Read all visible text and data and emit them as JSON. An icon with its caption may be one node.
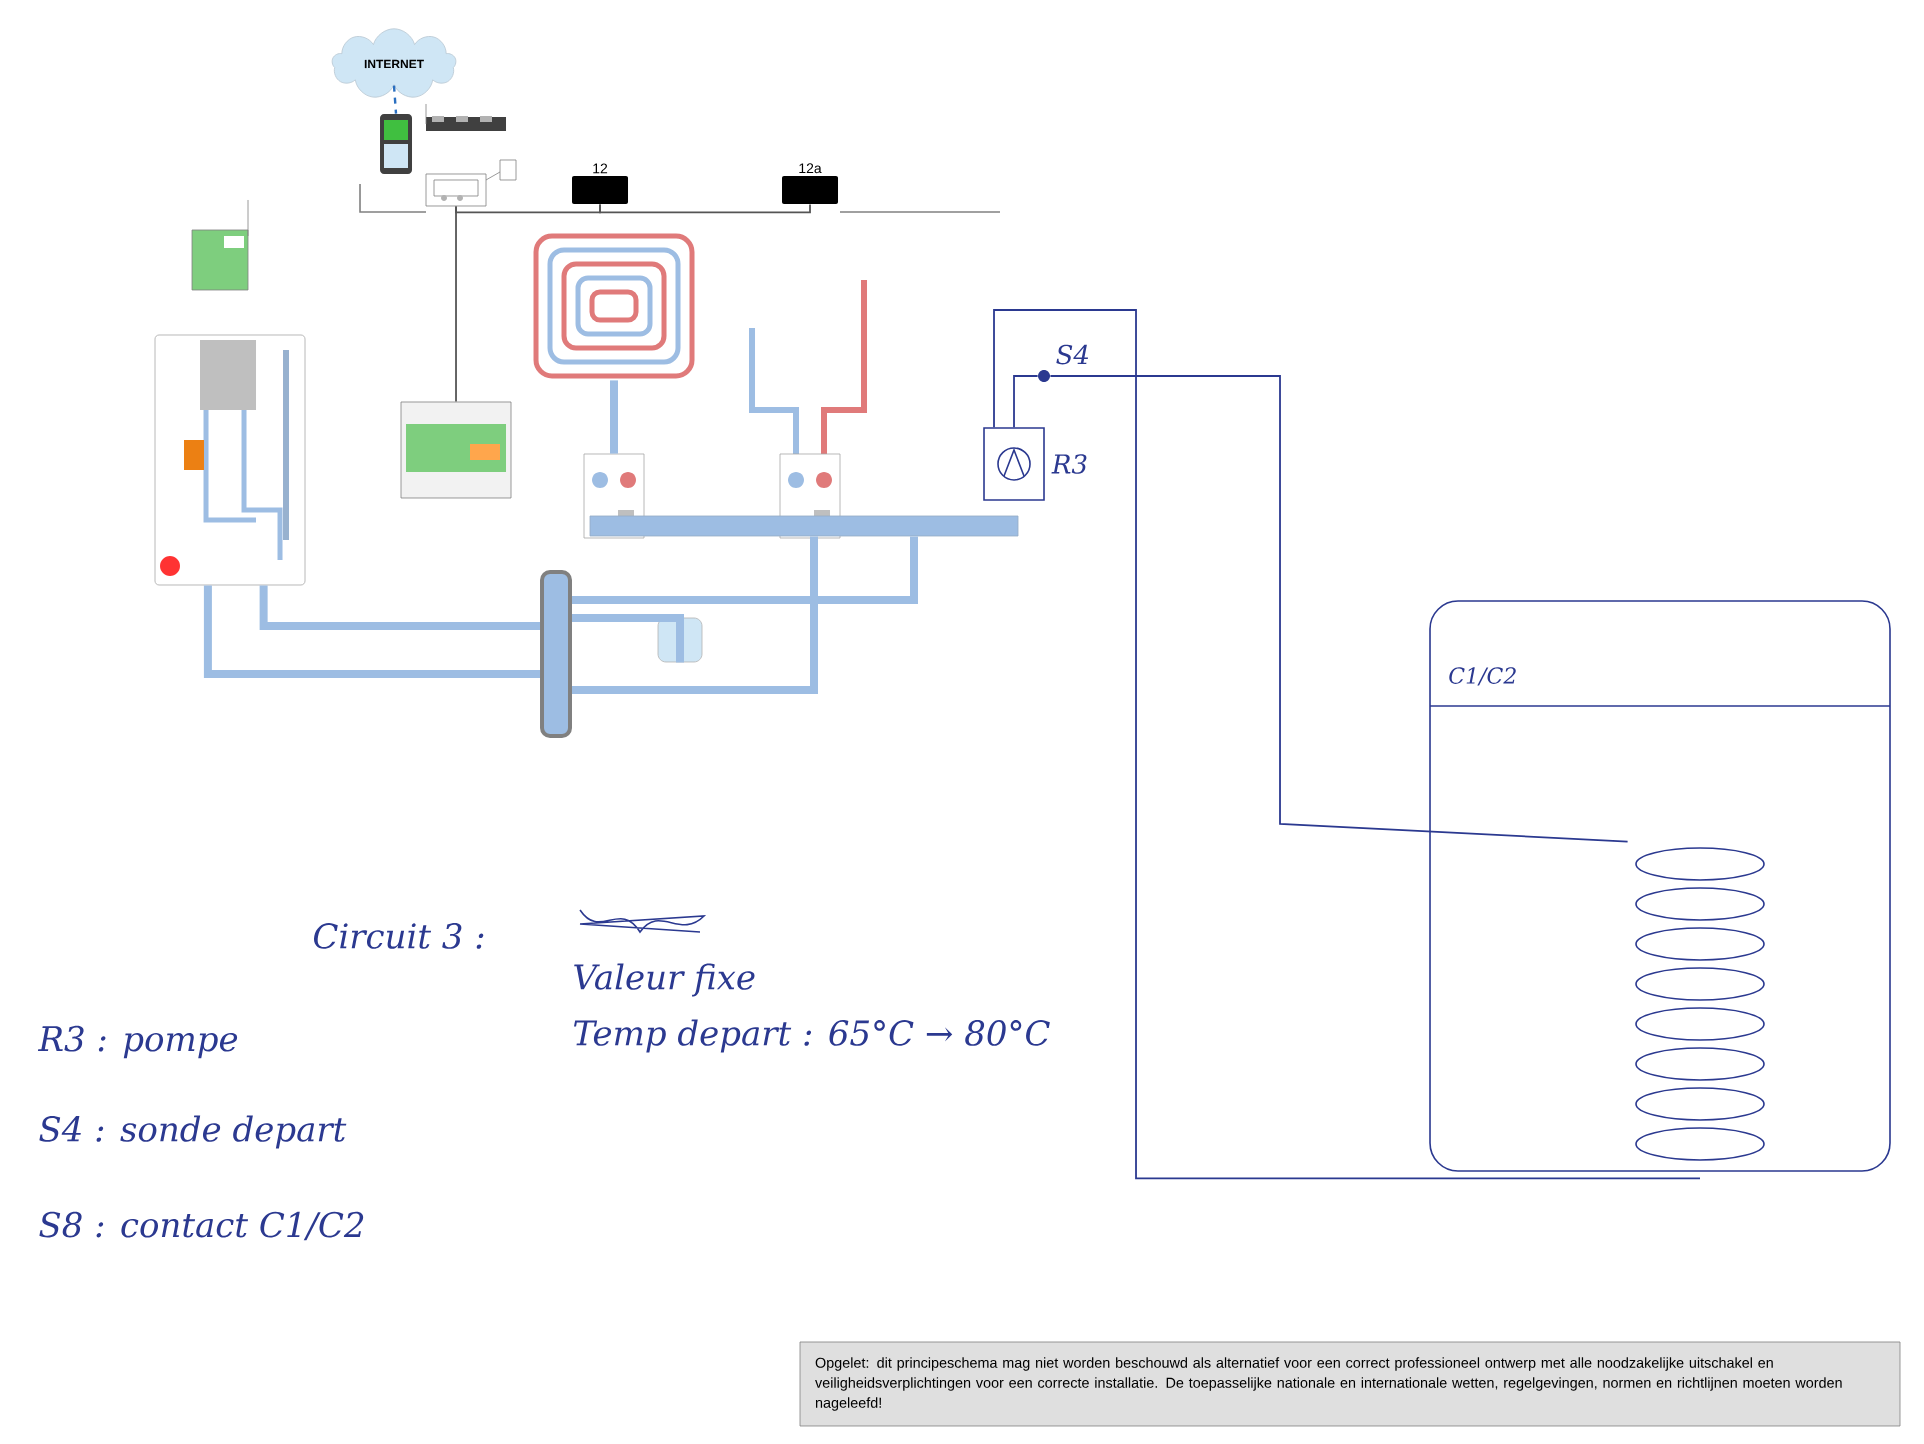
{
  "diagram": {
    "nodes": [
      {
        "text": [
          "INTERNET"
        ]
      },
      {
        "text": [],
        "shape": "picture"
      },
      {
        "text": [],
        "shape": "picture"
      },
      {
        "text": [],
        "shape": "picture"
      },
      {
        "text": [
          "12"
        ]
      },
      {
        "text": [
          "12a"
        ]
      },
      {
        "text": [],
        "shape": "picture"
      },
      {
        "text": [],
        "shape": "picture"
      },
      {
        "text": [],
        "shape": "picture"
      },
      {
        "text": [],
        "shape": "picture"
      },
      {
        "text": [],
        "shape": "picture"
      },
      {
        "text": [],
        "shape": "picture"
      },
      {
        "text": [],
        "shape": "box",
        "beside": [
          "R3"
        ]
      },
      {
        "text": [],
        "shape": "circle",
        "beside": [
          "S4"
        ]
      },
      {
        "text": [],
        "shape": "bar"
      },
      {
        "text": [],
        "shape": "cylinder"
      },
      {
        "text": [],
        "shape": "cylinder"
      },
      {
        "text": [
          "C1/C2"
        ]
      },
      {
        "text": [],
        "shape": "picture",
        "in": 17
      },
      {
        "text": [
          "Opgelet: dit principeschema mag niet worden beschouwd als alternatief voor een correct professioneel ontwerp met alle noodzakelijke uitschakel en veiligheidsverplichtingen voor een correcte installatie. De toepasselijke nationale en internationale wetten, regelgevingen, normen en richtlijnen moeten worden nageleefd!"
        ]
      }
    ],
    "edges": [
      {
        "from": 0,
        "to": 1,
        "arrow": "none",
        "style": "dashed",
        "color": "#2a6fc0"
      },
      {
        "from": 3,
        "to": 8,
        "arrow": "none",
        "color": "#555555"
      },
      {
        "from": 3,
        "to": 4,
        "arrow": "none",
        "color": "#555555"
      },
      {
        "from": 4,
        "to": 5,
        "arrow": "none",
        "color": "#555555"
      },
      {
        "from": 6,
        "to": 15,
        "arrow": "none",
        "style": "thick"
      },
      {
        "from": 6,
        "to": 15,
        "arrow": "none",
        "style": "thick"
      },
      {
        "from": 15,
        "to": 14,
        "arrow": "none",
        "style": "thick"
      },
      {
        "from": 15,
        "to": 14,
        "arrow": "none",
        "style": "thick"
      },
      {
        "from": 15,
        "to": 16,
        "arrow": "none",
        "style": "thick"
      },
      {
        "from": 9,
        "to": 10,
        "arrow": "none",
        "style": "thick"
      },
      {
        "from": 12,
        "to": 18,
        "arrow": "none",
        "color": "#2b3990"
      },
      {
        "from": 12,
        "to": 13,
        "arrow": "none",
        "color": "#2b3990"
      },
      {
        "from": 13,
        "to": 18,
        "arrow": "none",
        "color": "#2b3990"
      }
    ],
    "labels": [
      "Circuit 3 :",
      "Valeur fixe",
      "Temp depart : 65°C → 80°C",
      "R3 : pompe",
      "S4 : sonde depart",
      "S8 : contact C1/C2"
    ]
  }
}
